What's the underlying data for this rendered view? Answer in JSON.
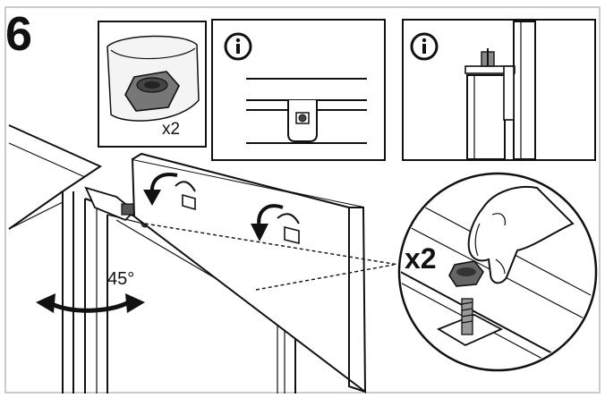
{
  "step": {
    "number": "6"
  },
  "parts_panel": {
    "quantity": "x2",
    "icon": "nut-bag-icon"
  },
  "info_panel_left": {
    "icon": "info-icon"
  },
  "info_panel_right": {
    "icon": "info-icon"
  },
  "main": {
    "angle_label": "45°",
    "callout_quantity": "x2",
    "rotate_icon": "curved-double-arrow-icon"
  }
}
